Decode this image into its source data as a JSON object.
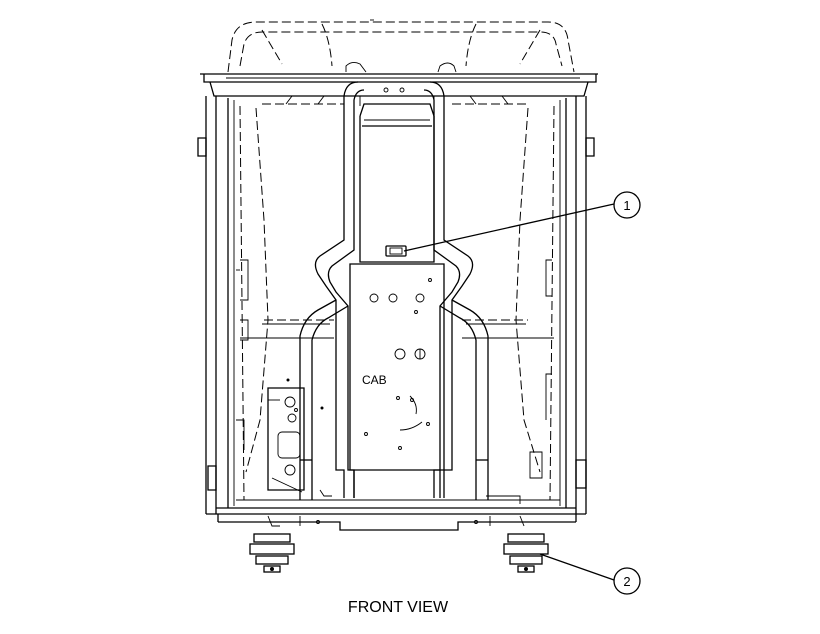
{
  "drawing": {
    "caption": "FRONT VIEW",
    "cab_label": "CAB",
    "callouts": [
      {
        "number": "1"
      },
      {
        "number": "2"
      }
    ]
  }
}
